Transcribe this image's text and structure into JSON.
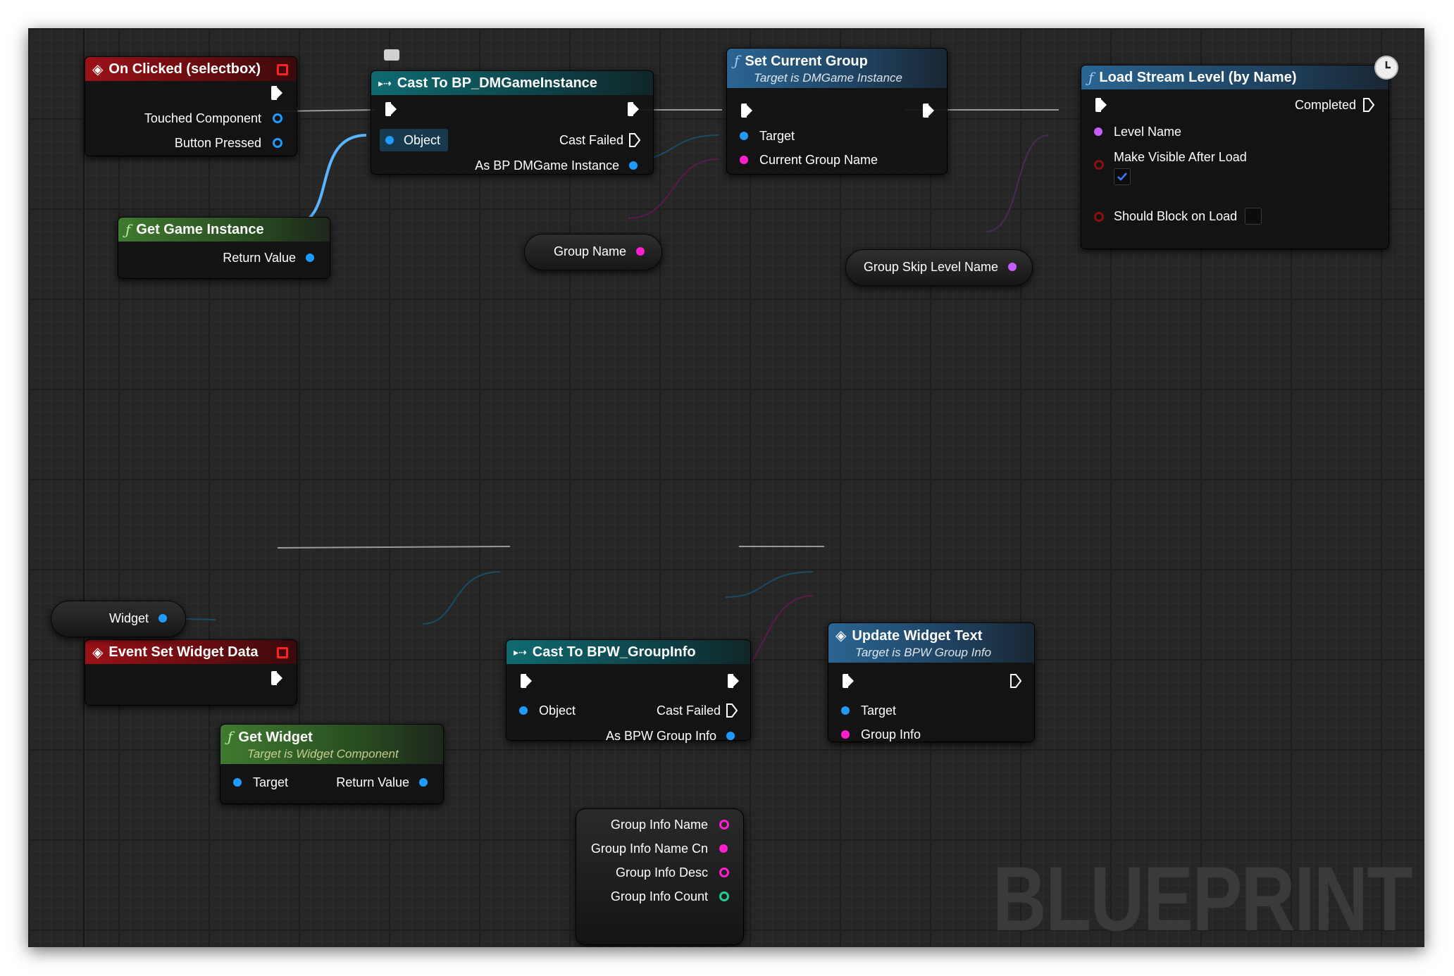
{
  "watermark": "BLUEPRINT",
  "nodes": {
    "on_clicked": {
      "title": "On Clicked (selectbox)",
      "touched": "Touched Component",
      "pressed": "Button Pressed"
    },
    "get_game_instance": {
      "title": "Get Game Instance",
      "ret": "Return Value"
    },
    "cast_dm": {
      "title": "Cast To BP_DMGameInstance",
      "object": "Object",
      "cast_failed": "Cast Failed",
      "as": "As BP DMGame Instance"
    },
    "set_group": {
      "title": "Set Current Group",
      "subtitle": "Target is DMGame Instance",
      "target": "Target",
      "name": "Current Group Name"
    },
    "group_name_var": {
      "label": "Group Name"
    },
    "load_level": {
      "title": "Load Stream Level (by Name)",
      "completed": "Completed",
      "level_name": "Level Name",
      "visible": "Make Visible After Load",
      "block": "Should Block on Load"
    },
    "skip_var": {
      "label": "Group Skip Level Name"
    },
    "event_set": {
      "title": "Event Set Widget Data"
    },
    "get_widget": {
      "title": "Get Widget",
      "subtitle": "Target is Widget Component",
      "target": "Target",
      "ret": "Return Value"
    },
    "widget_var": {
      "label": "Widget"
    },
    "cast_group": {
      "title": "Cast To BPW_GroupInfo",
      "object": "Object",
      "cast_failed": "Cast Failed",
      "as": "As BPW Group Info"
    },
    "update_text": {
      "title": "Update Widget Text",
      "subtitle": "Target is BPW Group Info",
      "target": "Target",
      "info": "Group Info"
    },
    "group_vars": {
      "name": "Group Info Name",
      "name_cn": "Group Info Name Cn",
      "desc": "Group Info Desc",
      "count": "Group Info Count"
    }
  },
  "icons": [
    "event-icon",
    "cast-icon",
    "function-icon",
    "clock-icon",
    "comment-icon",
    "checkbox-check-icon"
  ],
  "colors": {
    "exec": "#ffffff",
    "object": "#1e9bff",
    "string": "#ff1fd1",
    "name": "#c75cff",
    "bool": "#8a1010",
    "int": "#1fcf8f"
  }
}
